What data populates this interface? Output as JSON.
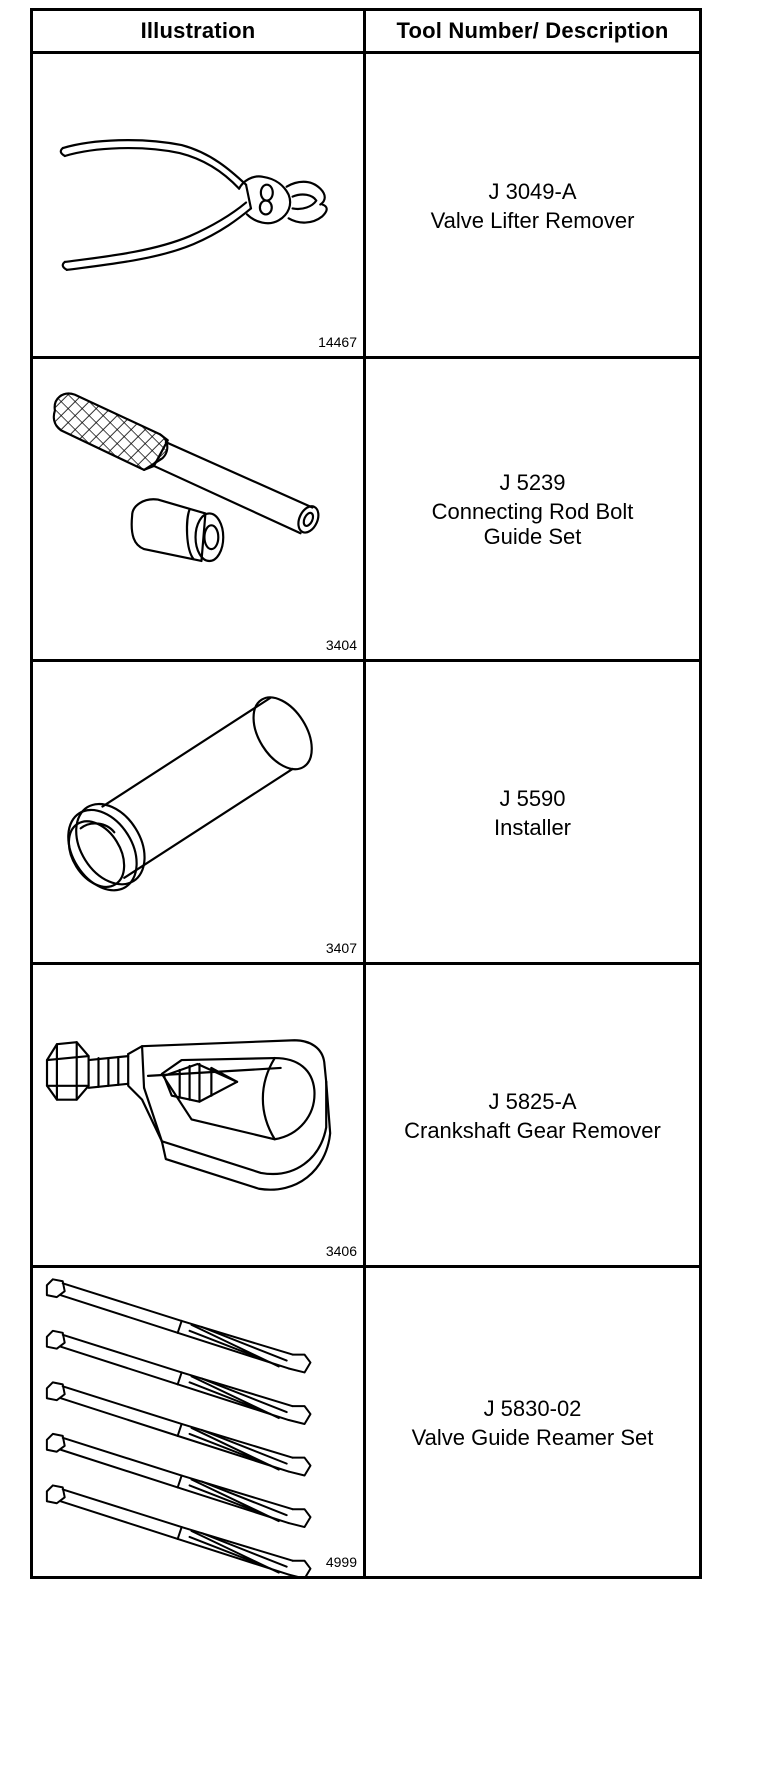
{
  "table": {
    "headers": {
      "illustration": "Illustration",
      "tool": "Tool Number/ Description"
    },
    "rows": [
      {
        "figure": "14467",
        "tool_number": "J 3049-A",
        "description": "Valve Lifter Remover",
        "icon": "pliers-icon"
      },
      {
        "figure": "3404",
        "tool_number": "J 5239",
        "description": "Connecting Rod Bolt\nGuide Set",
        "icon": "guide-set-icon"
      },
      {
        "figure": "3407",
        "tool_number": "J 5590",
        "description": "Installer",
        "icon": "cylinder-installer-icon"
      },
      {
        "figure": "3406",
        "tool_number": "J 5825-A",
        "description": "Crankshaft Gear Remover",
        "icon": "gear-puller-icon"
      },
      {
        "figure": "4999",
        "tool_number": "J 5830-02",
        "description": "Valve Guide Reamer Set",
        "icon": "reamer-set-icon"
      }
    ]
  }
}
